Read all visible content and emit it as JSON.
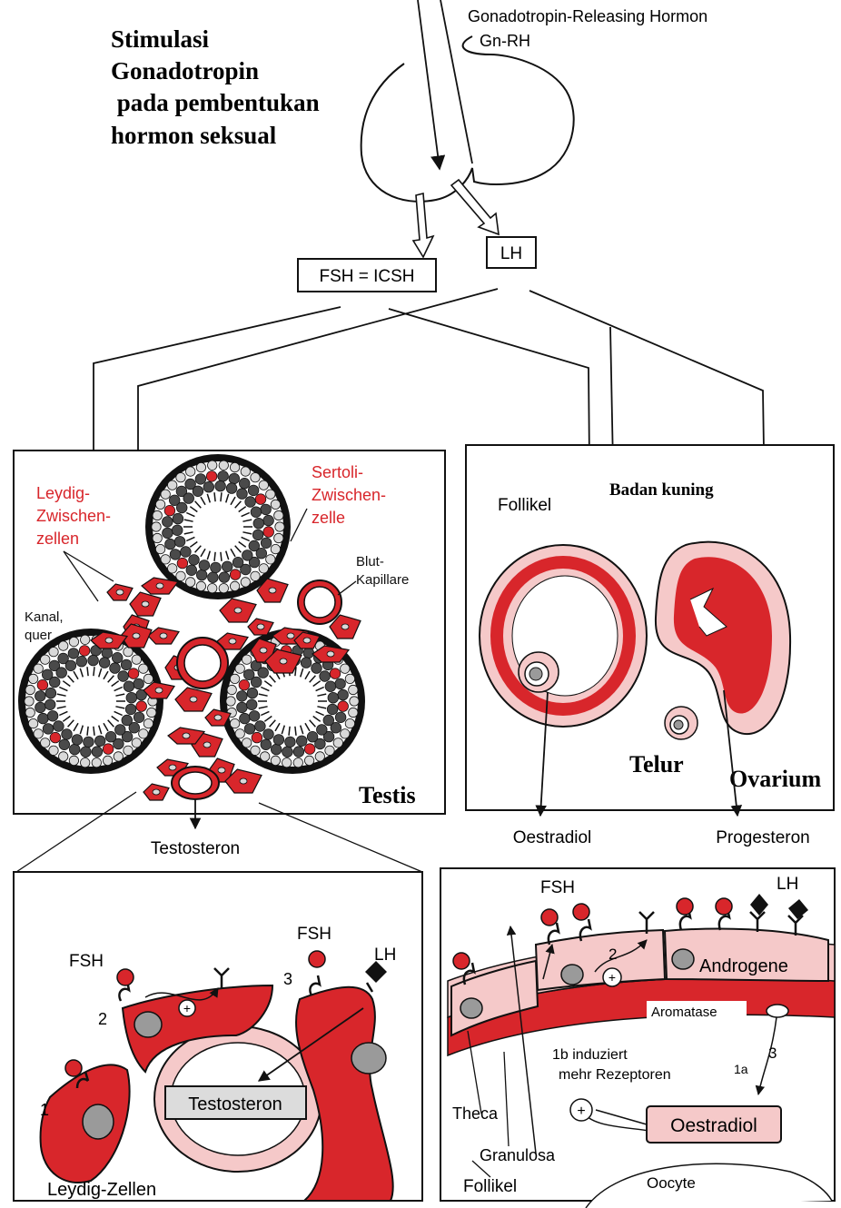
{
  "header": {
    "gnrh_label": "Gonadotropin-Releasing Hormon",
    "gnrh_abbr": "Gn-RH",
    "title_lines": [
      "Stimulasi",
      "Gonadotropin",
      " pada pembentukan",
      "hormon seksual"
    ]
  },
  "hormones": {
    "fsh_box": "FSH = ICSH",
    "lh_box": "LH"
  },
  "testis_panel": {
    "leydig_label": [
      "Leydig-",
      "Zwischen-",
      "zellen"
    ],
    "sertoli_label": [
      "Sertoli-",
      "Zwischen-",
      "zelle"
    ],
    "blut_label": [
      "Blut-",
      "Kapillare"
    ],
    "kanal_label": [
      "Kanal,",
      "quer"
    ],
    "caption": "Testis",
    "output": "Testosteron"
  },
  "ovary_panel": {
    "follikel": "Follikel",
    "badan_kuning": "Badan kuning",
    "telur": "Telur",
    "ovarium": "Ovarium",
    "output_left": "Oestradiol",
    "output_right": "Progesteron"
  },
  "leydig_detail": {
    "fsh_top": "FSH",
    "lh": "LH",
    "fsh_left": "FSH",
    "num1": "1",
    "num2": "2",
    "num3": "3",
    "plus": "+",
    "center": "Testosteron",
    "caption": "Leydig-Zellen"
  },
  "follicle_detail": {
    "fsh": "FSH",
    "lh": "LH",
    "num2": "2",
    "plus_top": "+",
    "androgene": "Androgene",
    "aromatase": "Aromatase",
    "num3": "3",
    "num1a": "1a",
    "induziert_1": "1b induziert",
    "induziert_2": "mehr Rezeptoren",
    "plus_mid": "+",
    "oestradiol": "Oestradiol",
    "theca": "Theca",
    "granulosa": "Granulosa",
    "follikel": "Follikel",
    "oocyte": "Oocyte"
  },
  "colors": {
    "accent_red": "#d8262b",
    "pink": "#f5c9c9",
    "dark_cell": "#4a4a4a",
    "light_cell": "#d9d9d9"
  }
}
